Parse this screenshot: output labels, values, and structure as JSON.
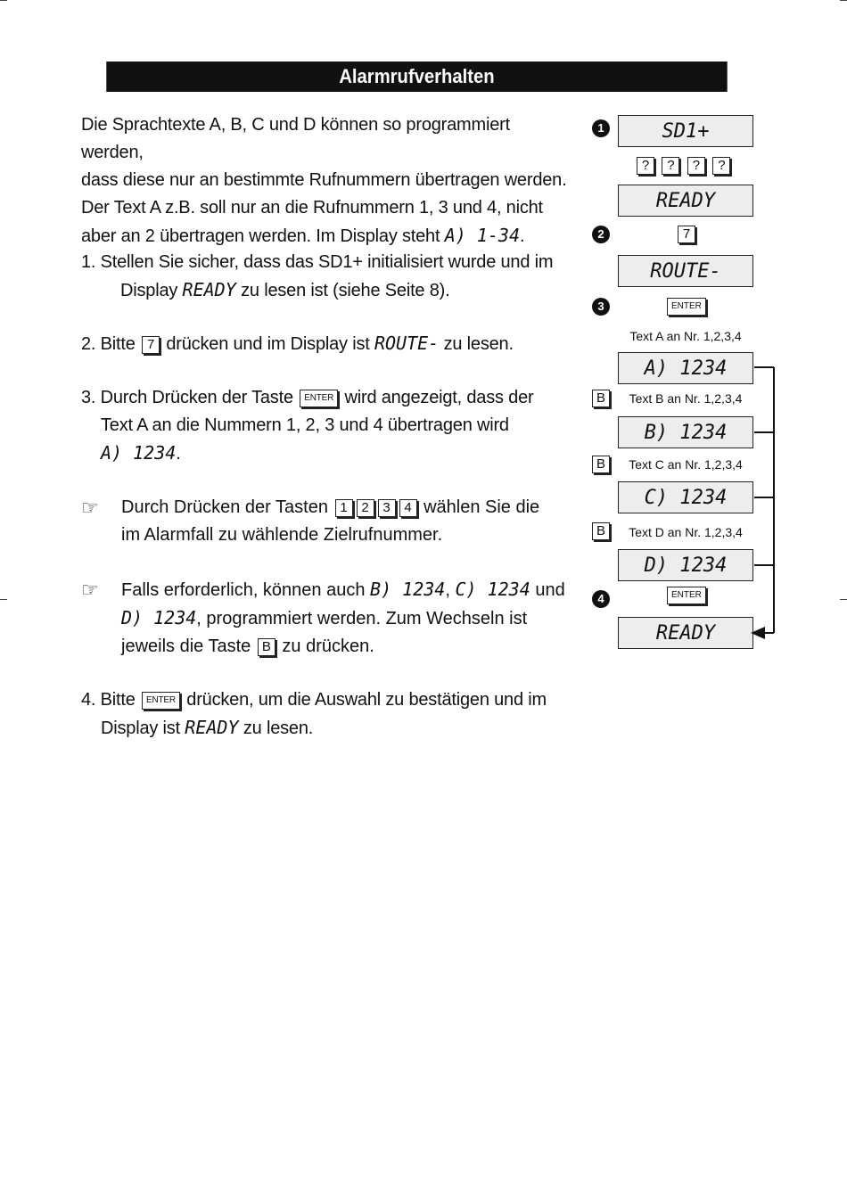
{
  "header": {
    "title": "Alarmrufverhalten"
  },
  "intro": {
    "line1": "Die Sprachtexte A, B, C und D können so programmiert werden,",
    "line2": "dass diese nur an bestimmte Rufnummern übertragen werden.",
    "line3": "Der Text A z.B. soll nur an die Rufnummern 1, 3 und 4, nicht",
    "line4_pre": "aber an 2 übertragen werden. Im Display steht ",
    "line4_lcd": "A) 1-34",
    "line4_post": "."
  },
  "step1": {
    "pre": "1. Stellen Sie sicher, dass das SD1+ initialisiert wurde und im",
    "line2_pre": "Display ",
    "lcd": "READY",
    "line2_post": " zu lesen ist (siehe Seite 8)."
  },
  "step2": {
    "pre": "2. Bitte ",
    "key": "7",
    "mid": " drücken und im Display ist ",
    "lcd": "ROUTE-",
    "post": " zu lesen."
  },
  "step3": {
    "pre": "3. Durch Drücken der Taste ",
    "key": "ENTER",
    "post": " wird angezeigt, dass der",
    "line2": "Text A an die Nummern 1, 2, 3 und 4 übertragen wird",
    "lcd": "A) 1234",
    "end": "."
  },
  "note1": {
    "pre": "Durch Drücken der Tasten ",
    "keys": [
      "1",
      "2",
      "3",
      "4"
    ],
    "post": " wählen Sie die",
    "line2": "im Alarmfall zu wählende Zielrufnummer."
  },
  "note2": {
    "pre": "Falls erforderlich, können auch ",
    "lcd1": "B) 1234",
    "sep": ", ",
    "lcd2": "C) 1234",
    "mid": " und",
    "lcd3": "D) 1234",
    "line2_post": ", programmiert werden. Zum Wechseln ist",
    "line3_pre": "jeweils die Taste ",
    "key": "B",
    "line3_post": " zu drücken."
  },
  "step4": {
    "pre": "4. Bitte ",
    "key": "ENTER",
    "post": " drücken, um die Auswahl zu bestätigen und im",
    "line2_pre": "Display ist ",
    "lcd": "READY",
    "line2_post": " zu lesen."
  },
  "diagram": {
    "steps": [
      "1",
      "2",
      "3",
      "4"
    ],
    "displays": [
      "SD1+",
      "READY",
      "ROUTE-",
      "A) 1234",
      "B) 1234",
      "C) 1234",
      "D) 1234",
      "READY"
    ],
    "question_keys": [
      "?",
      "?",
      "?",
      "?"
    ],
    "key7": "7",
    "enter": "ENTER",
    "keyB": "B",
    "captions": [
      "Text A an Nr. 1,2,3,4",
      "Text B an Nr. 1,2,3,4",
      "Text C an Nr. 1,2,3,4",
      "Text D an Nr. 1,2,3,4"
    ]
  }
}
